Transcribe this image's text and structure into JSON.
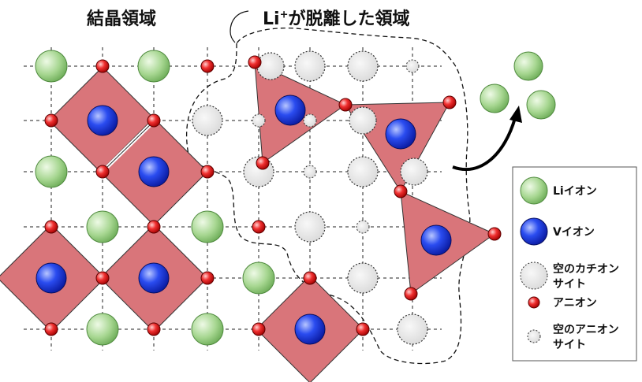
{
  "titles": {
    "crystal_region": "結晶領域",
    "delithiated_prefix": "Li",
    "delithiated_sup": "+",
    "delithiated_suffix": "が脱離した領域"
  },
  "legend": {
    "items": [
      {
        "key": "li",
        "label_lines": [
          "Liイオン"
        ]
      },
      {
        "key": "v",
        "label_lines": [
          "Vイオン"
        ]
      },
      {
        "key": "empty_cation",
        "label_lines": [
          "空のカチオン",
          "サイト"
        ]
      },
      {
        "key": "anion",
        "label_lines": [
          "アニオン"
        ]
      },
      {
        "key": "empty_anion",
        "label_lines": [
          "空のアニオン",
          "サイト"
        ]
      }
    ]
  },
  "colors": {
    "li_fill": "#9ed28a",
    "v_fill": "#1736d8",
    "anion_fill": "#e02020",
    "polyhedron_fill": "#d9757a",
    "empty_site_fill": "#e6e6e6",
    "grid_line": "#222222"
  },
  "icons": [
    "arrow-icon"
  ]
}
